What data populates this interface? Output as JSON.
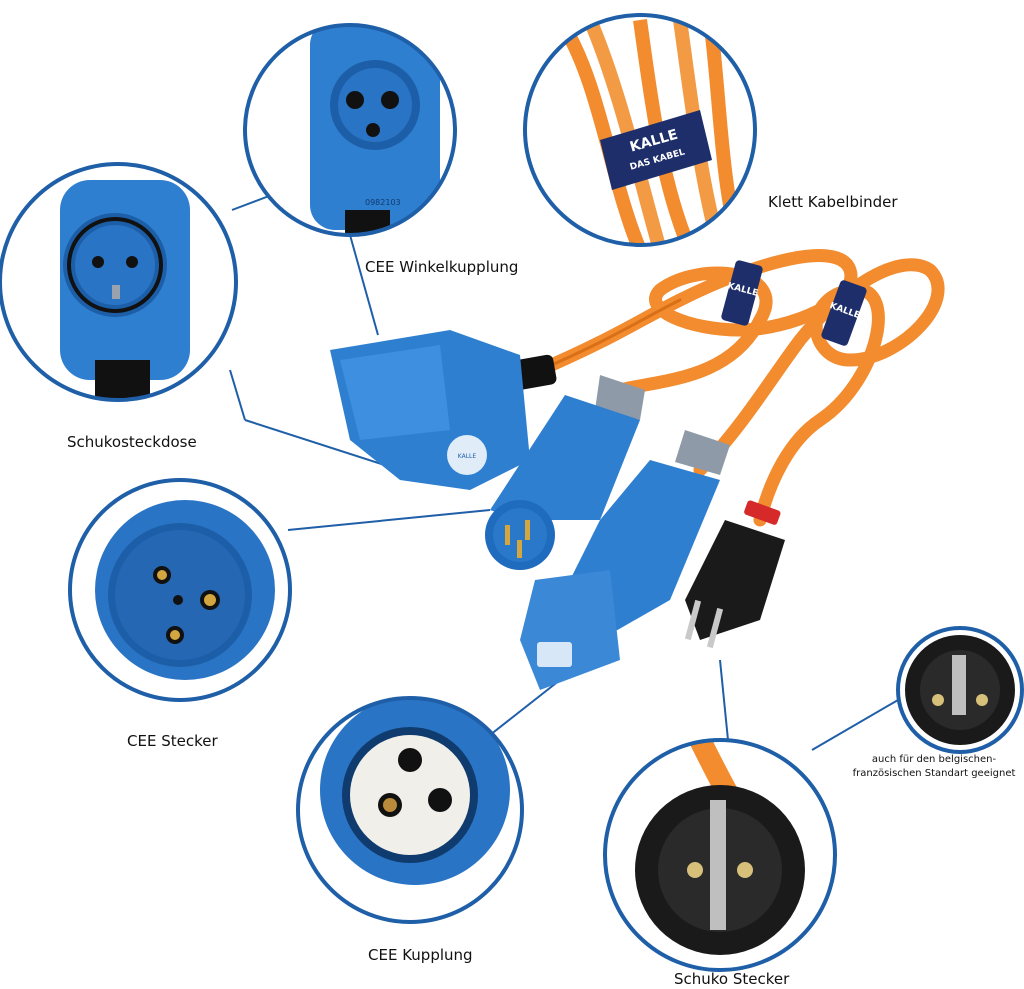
{
  "labels": {
    "cee_winkel": "CEE Winkelkupplung",
    "klett": "Klett Kabelbinder",
    "schuko_dose": "Schukosteckdose",
    "cee_stecker": "CEE Stecker",
    "cee_kupplung": "CEE Kupplung",
    "schuko_stecker": "Schuko Stecker",
    "standard_note_line1": "auch für den belgischen-",
    "standard_note_line2": "französischen Standart geeignet"
  },
  "brand": {
    "strap_line1": "KALLE",
    "strap_line2": "DAS KABEL",
    "part_number": "0982103"
  },
  "colors": {
    "circle_stroke": "#1f5fa8",
    "connector_blue": "#2f7fd1",
    "cable_orange": "#f28c2e",
    "strap_navy": "#1d2e6b",
    "plug_black": "#1a1a1a"
  }
}
